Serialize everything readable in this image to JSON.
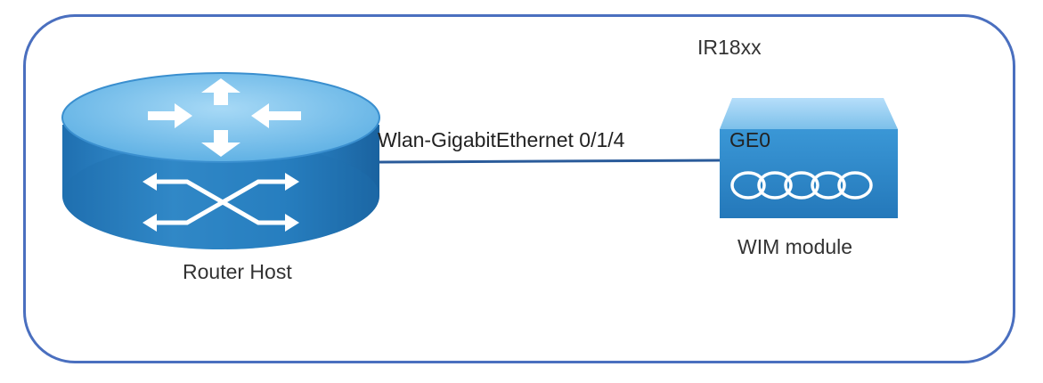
{
  "diagram": {
    "group_title": "IR18xx",
    "router": {
      "label": "Router Host",
      "icon": "router-icon"
    },
    "link": {
      "label": "Wlan-GigabitEthernet 0/1/4"
    },
    "wim": {
      "label": "WIM module",
      "port_label": "GE0",
      "icon": "wireless-module-icon"
    }
  },
  "colors": {
    "frame": "#4a6fbf",
    "link": "#2a5b9a",
    "router_top": "#86c6f0",
    "router_side": "#2d86c8",
    "module_top": "#9fd2f2",
    "module_body": "#2f88cb"
  }
}
